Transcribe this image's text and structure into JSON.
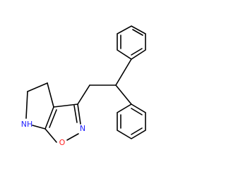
{
  "molecule": {
    "atoms": [
      {
        "id": "N1",
        "label": "N",
        "color": "#1f1fff"
      },
      {
        "id": "O1",
        "label": "O",
        "color": "#ff1f1f"
      },
      {
        "id": "NH",
        "label": "NH",
        "color": "#1f1fff"
      }
    ],
    "bond_color": "#000000",
    "background": "#ffffff"
  }
}
